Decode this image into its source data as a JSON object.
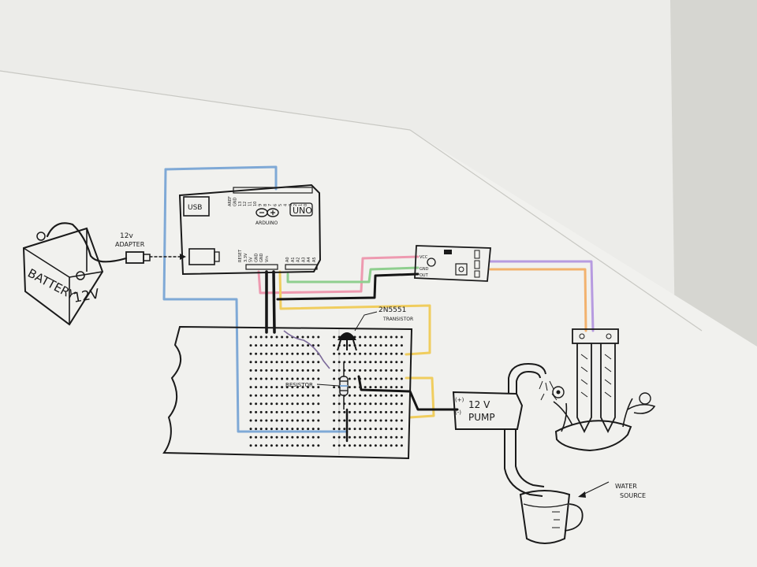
{
  "colors": {
    "paper": "#ececea",
    "ink": "#1a1a1a",
    "wire_blue": "#7fa9d6",
    "wire_yellow": "#f0cd5e",
    "wire_green": "#8fcf8f",
    "wire_pink": "#ee9ab0",
    "wire_purple": "#b79be0",
    "wire_orange": "#f2b26e",
    "wire_black": "#151515"
  },
  "battery": {
    "label": "BATTERY",
    "voltage": "12V"
  },
  "adapter": {
    "label_line1": "12v",
    "label_line2": "ADAPTER"
  },
  "arduino": {
    "name": "ARDUINO",
    "model": "UNO",
    "usb": "USB",
    "top_pins": [
      "AREF",
      "GND",
      "13",
      "12",
      "11",
      "10",
      "9",
      "8",
      "7",
      "6",
      "5",
      "4",
      "3",
      "2",
      "1",
      "0"
    ],
    "power_pins": [
      "RESET",
      "3.3V",
      "5V",
      "GND",
      "GND",
      "Vin"
    ],
    "analog_pins": [
      "A0",
      "A1",
      "A2",
      "A3",
      "A4",
      "A5"
    ]
  },
  "sensor_module": {
    "vcc": "VCC",
    "gnd": "GND",
    "out": "OUT"
  },
  "transistor": {
    "part": "2N5551",
    "type": "TRANSISTOR"
  },
  "resistor": {
    "label": "RESISTOR"
  },
  "pump": {
    "line1": "12 V",
    "line2": "PUMP",
    "plus": "(+)",
    "minus": "(-)"
  },
  "water_source": {
    "line1": "WATER",
    "line2": "SOURCE"
  }
}
